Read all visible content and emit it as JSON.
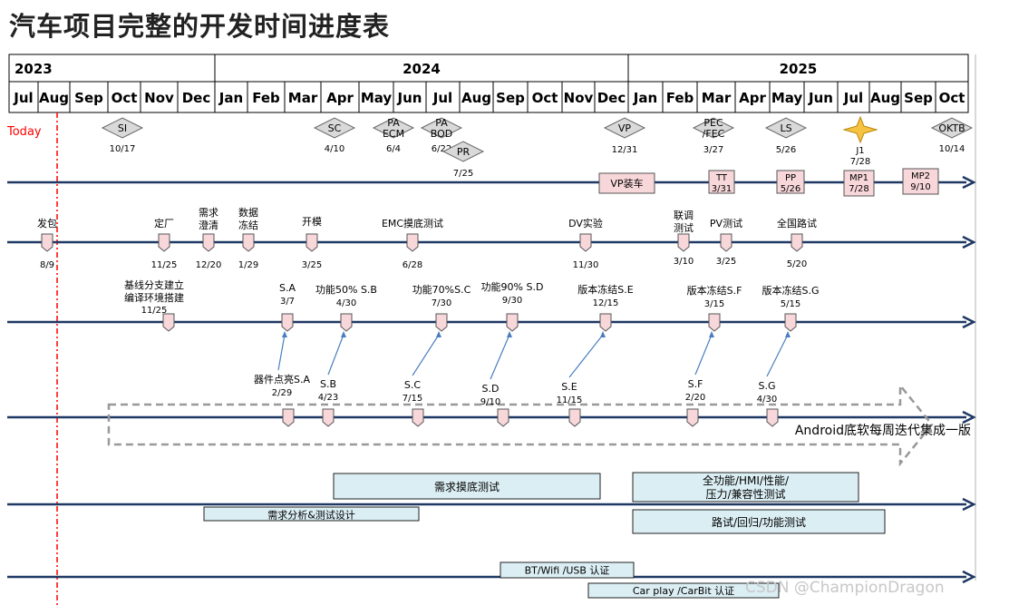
{
  "title": "汽车项目完整的开发时间进度表",
  "watermark": "CSDN @ChampionDragon",
  "today_label": "Today",
  "years": [
    "2023",
    "2024",
    "2025"
  ],
  "months": [
    "Jul",
    "Aug",
    "Sep",
    "Oct",
    "Nov",
    "Dec",
    "Jan",
    "Feb",
    "Mar",
    "Apr",
    "May",
    "Jun",
    "Jul",
    "Aug",
    "Sep",
    "Oct",
    "Nov",
    "Dec",
    "Jan",
    "Feb",
    "Mar",
    "Apr",
    "May",
    "Jun",
    "Jul",
    "Aug",
    "Sep",
    "Oct"
  ],
  "milestones": [
    {
      "label": "SI",
      "date": "10/17"
    },
    {
      "label": "SC",
      "date": "4/10"
    },
    {
      "label": "PA ECM",
      "date": "6/4"
    },
    {
      "label": "PA BOD",
      "date": "6/22"
    },
    {
      "label": "PR",
      "date": "7/25"
    },
    {
      "label": "VP",
      "date": "12/31"
    },
    {
      "label": "PEC /FEC",
      "date": "3/27"
    },
    {
      "label": "LS",
      "date": "5/26"
    },
    {
      "label": "J1",
      "date": "7/28"
    },
    {
      "label": "OKTB",
      "date": "10/14"
    }
  ],
  "build_boxes": [
    {
      "label": "VP装车",
      "date": ""
    },
    {
      "label": "TT",
      "date": "3/31"
    },
    {
      "label": "PP",
      "date": "5/26"
    },
    {
      "label": "MP1",
      "date": "7/28"
    },
    {
      "label": "MP2",
      "date": "9/10"
    }
  ],
  "row2": [
    {
      "label": "发包",
      "date": "8/9"
    },
    {
      "label": "定厂",
      "date": "11/25"
    },
    {
      "label": "需求 澄清",
      "date": "12/20"
    },
    {
      "label": "数据 冻结",
      "date": "1/29"
    },
    {
      "label": "开模",
      "date": "3/25"
    },
    {
      "label": "EMC摸底测试",
      "date": "6/28"
    },
    {
      "label": "DV实验",
      "date": "11/30"
    },
    {
      "label": "联调 测试",
      "date": "3/10"
    },
    {
      "label": "PV测试",
      "date": "3/25"
    },
    {
      "label": "全国路试",
      "date": "5/20"
    }
  ],
  "row3": [
    {
      "label": "基线分支建立 编译环境搭建",
      "date": "11/25"
    },
    {
      "label": "S.A",
      "date": "3/7"
    },
    {
      "label": "功能50% S.B",
      "date": "4/30"
    },
    {
      "label": "功能70%S.C",
      "date": "7/30"
    },
    {
      "label": "功能90% S.D",
      "date": "9/30"
    },
    {
      "label": "版本冻结S.E",
      "date": "12/15"
    },
    {
      "label": "版本冻结S.F",
      "date": "3/15"
    },
    {
      "label": "版本冻结S.G",
      "date": "5/15"
    }
  ],
  "row4": [
    {
      "label": "器件点亮S.A",
      "date": "2/29"
    },
    {
      "label": "S.B",
      "date": "4/23"
    },
    {
      "label": "S.C",
      "date": "7/15"
    },
    {
      "label": "S.D",
      "date": "9/10"
    },
    {
      "label": "S.E",
      "date": "11/15"
    },
    {
      "label": "S.F",
      "date": "2/20"
    },
    {
      "label": "S.G",
      "date": "4/30"
    }
  ],
  "android_banner": "Android底软每周迭代集成一版",
  "test_boxes": [
    "需求摸底测试",
    "需求分析&测试设计",
    "全功能/HMI/性能/ 压力/兼容性测试",
    "路试/回归/功能测试"
  ],
  "cert_boxes": [
    "BT/Wifi /USB 认证",
    "Car play /CarBit 认证"
  ],
  "colors": {
    "timeline": "#1f3864",
    "today_line": "#ff0000",
    "build_box": "#f8d7da",
    "test_box": "#dbeef3",
    "flag": "#f8d7da",
    "arrow_link": "#4a7ebf",
    "banner_border": "#999999"
  }
}
